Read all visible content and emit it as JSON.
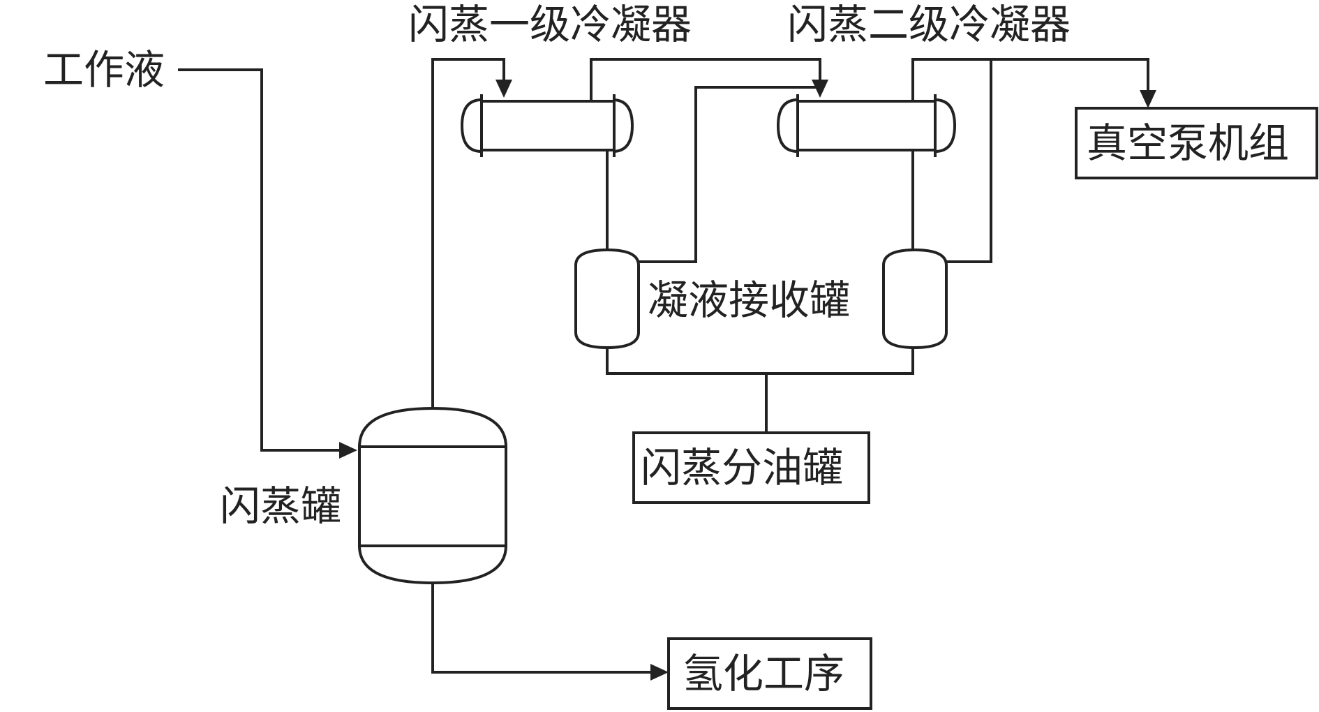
{
  "labels": {
    "working_fluid": "工作液",
    "flash_tank": "闪蒸罐",
    "condenser_1": "闪蒸一级冷凝器",
    "condenser_2": "闪蒸二级冷凝器",
    "vacuum_pump": "真空泵机组",
    "condensate_tank": "凝液接收罐",
    "oil_separator": "闪蒸分油罐",
    "hydrogenation": "氢化工序"
  },
  "colors": {
    "line": "#222222",
    "background": "#ffffff"
  }
}
